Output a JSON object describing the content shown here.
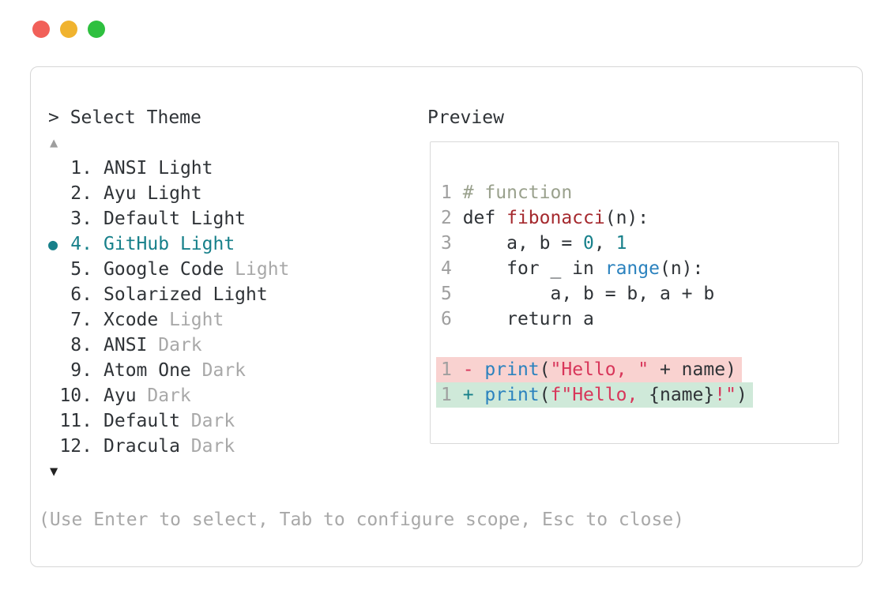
{
  "window": {
    "traffic_lights": [
      {
        "name": "close",
        "color": "#f16059"
      },
      {
        "name": "minimize",
        "color": "#f0b32f"
      },
      {
        "name": "zoom",
        "color": "#2ec03f"
      }
    ]
  },
  "selector": {
    "title": "> Select Theme",
    "scroll_up": "▲",
    "scroll_down": "▼",
    "selected_marker": "●",
    "items": [
      {
        "number": "1.",
        "label": "ANSI",
        "variant": "Light",
        "muted_variant": false,
        "selected": false
      },
      {
        "number": "2.",
        "label": "Ayu",
        "variant": "Light",
        "muted_variant": false,
        "selected": false
      },
      {
        "number": "3.",
        "label": "Default",
        "variant": "Light",
        "muted_variant": false,
        "selected": false
      },
      {
        "number": "4.",
        "label": "GitHub",
        "variant": "Light",
        "muted_variant": false,
        "selected": true
      },
      {
        "number": "5.",
        "label": "Google Code",
        "variant": "Light",
        "muted_variant": true,
        "selected": false
      },
      {
        "number": "6.",
        "label": "Solarized",
        "variant": "Light",
        "muted_variant": false,
        "selected": false
      },
      {
        "number": "7.",
        "label": "Xcode",
        "variant": "Light",
        "muted_variant": true,
        "selected": false
      },
      {
        "number": "8.",
        "label": "ANSI",
        "variant": "Dark",
        "muted_variant": true,
        "selected": false
      },
      {
        "number": "9.",
        "label": "Atom One",
        "variant": "Dark",
        "muted_variant": true,
        "selected": false
      },
      {
        "number": "10.",
        "label": "Ayu",
        "variant": "Dark",
        "muted_variant": true,
        "selected": false
      },
      {
        "number": "11.",
        "label": "Default",
        "variant": "Dark",
        "muted_variant": true,
        "selected": false
      },
      {
        "number": "12.",
        "label": "Dracula",
        "variant": "Dark",
        "muted_variant": true,
        "selected": false
      }
    ],
    "hint": "(Use Enter to select, Tab to configure scope, Esc to close)"
  },
  "preview": {
    "label": "Preview",
    "code_lines": [
      {
        "num": "1",
        "bg": null,
        "tokens": [
          [
            "# function",
            "comment"
          ]
        ]
      },
      {
        "num": "2",
        "bg": null,
        "tokens": [
          [
            "def ",
            "code"
          ],
          [
            "fibonacci",
            "func"
          ],
          [
            "(n):",
            "code"
          ]
        ]
      },
      {
        "num": "3",
        "bg": null,
        "tokens": [
          [
            "    a, b = ",
            "code"
          ],
          [
            "0",
            "num"
          ],
          [
            ", ",
            "code"
          ],
          [
            "1",
            "num"
          ]
        ]
      },
      {
        "num": "4",
        "bg": null,
        "tokens": [
          [
            "    for _ in ",
            "code"
          ],
          [
            "range",
            "call"
          ],
          [
            "(n):",
            "code"
          ]
        ]
      },
      {
        "num": "5",
        "bg": null,
        "tokens": [
          [
            "        a, b = b, a + b",
            "code"
          ]
        ]
      },
      {
        "num": "6",
        "bg": null,
        "tokens": [
          [
            "    return a",
            "code"
          ]
        ]
      },
      {
        "num": "",
        "bg": null,
        "tokens": []
      },
      {
        "num": "1",
        "bg": "removed",
        "tokens": [
          [
            "- ",
            "del"
          ],
          [
            "print",
            "call"
          ],
          [
            "(",
            "code"
          ],
          [
            "\"Hello, \"",
            "str"
          ],
          [
            " + name)",
            "code"
          ]
        ]
      },
      {
        "num": "1",
        "bg": "added",
        "tokens": [
          [
            "+ ",
            "add"
          ],
          [
            "print",
            "call"
          ],
          [
            "(",
            "code"
          ],
          [
            "f\"Hello, ",
            "str"
          ],
          [
            "{name}",
            "code"
          ],
          [
            "!\"",
            "str"
          ],
          [
            ")",
            "code"
          ]
        ]
      }
    ]
  },
  "colors": {
    "accent_teal": "#17808a",
    "text_dark": "#2f3337",
    "muted_gray": "#a8a8a8",
    "line_number_gray": "#9f9f9f",
    "comment_gray_green": "#9aa18d",
    "function_red": "#a5292e",
    "string_red": "#d8365a",
    "identifier_blue": "#2b82be",
    "diff_removed_bg": "#f9d2d0",
    "diff_added_bg": "#cfe9d9",
    "window_border": "#d6d6d6"
  }
}
